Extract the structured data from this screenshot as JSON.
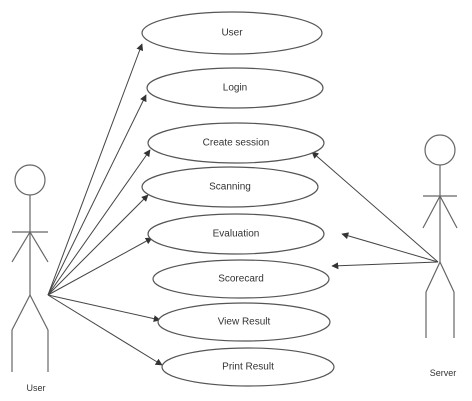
{
  "actors": {
    "user_label": "User",
    "server_label": "Server"
  },
  "use_cases": [
    {
      "label": "User"
    },
    {
      "label": "Login"
    },
    {
      "label": "Create session"
    },
    {
      "label": "Scanning"
    },
    {
      "label": "Evaluation"
    },
    {
      "label": "Scorecard"
    },
    {
      "label": "View Result"
    },
    {
      "label": "Print Result"
    }
  ]
}
